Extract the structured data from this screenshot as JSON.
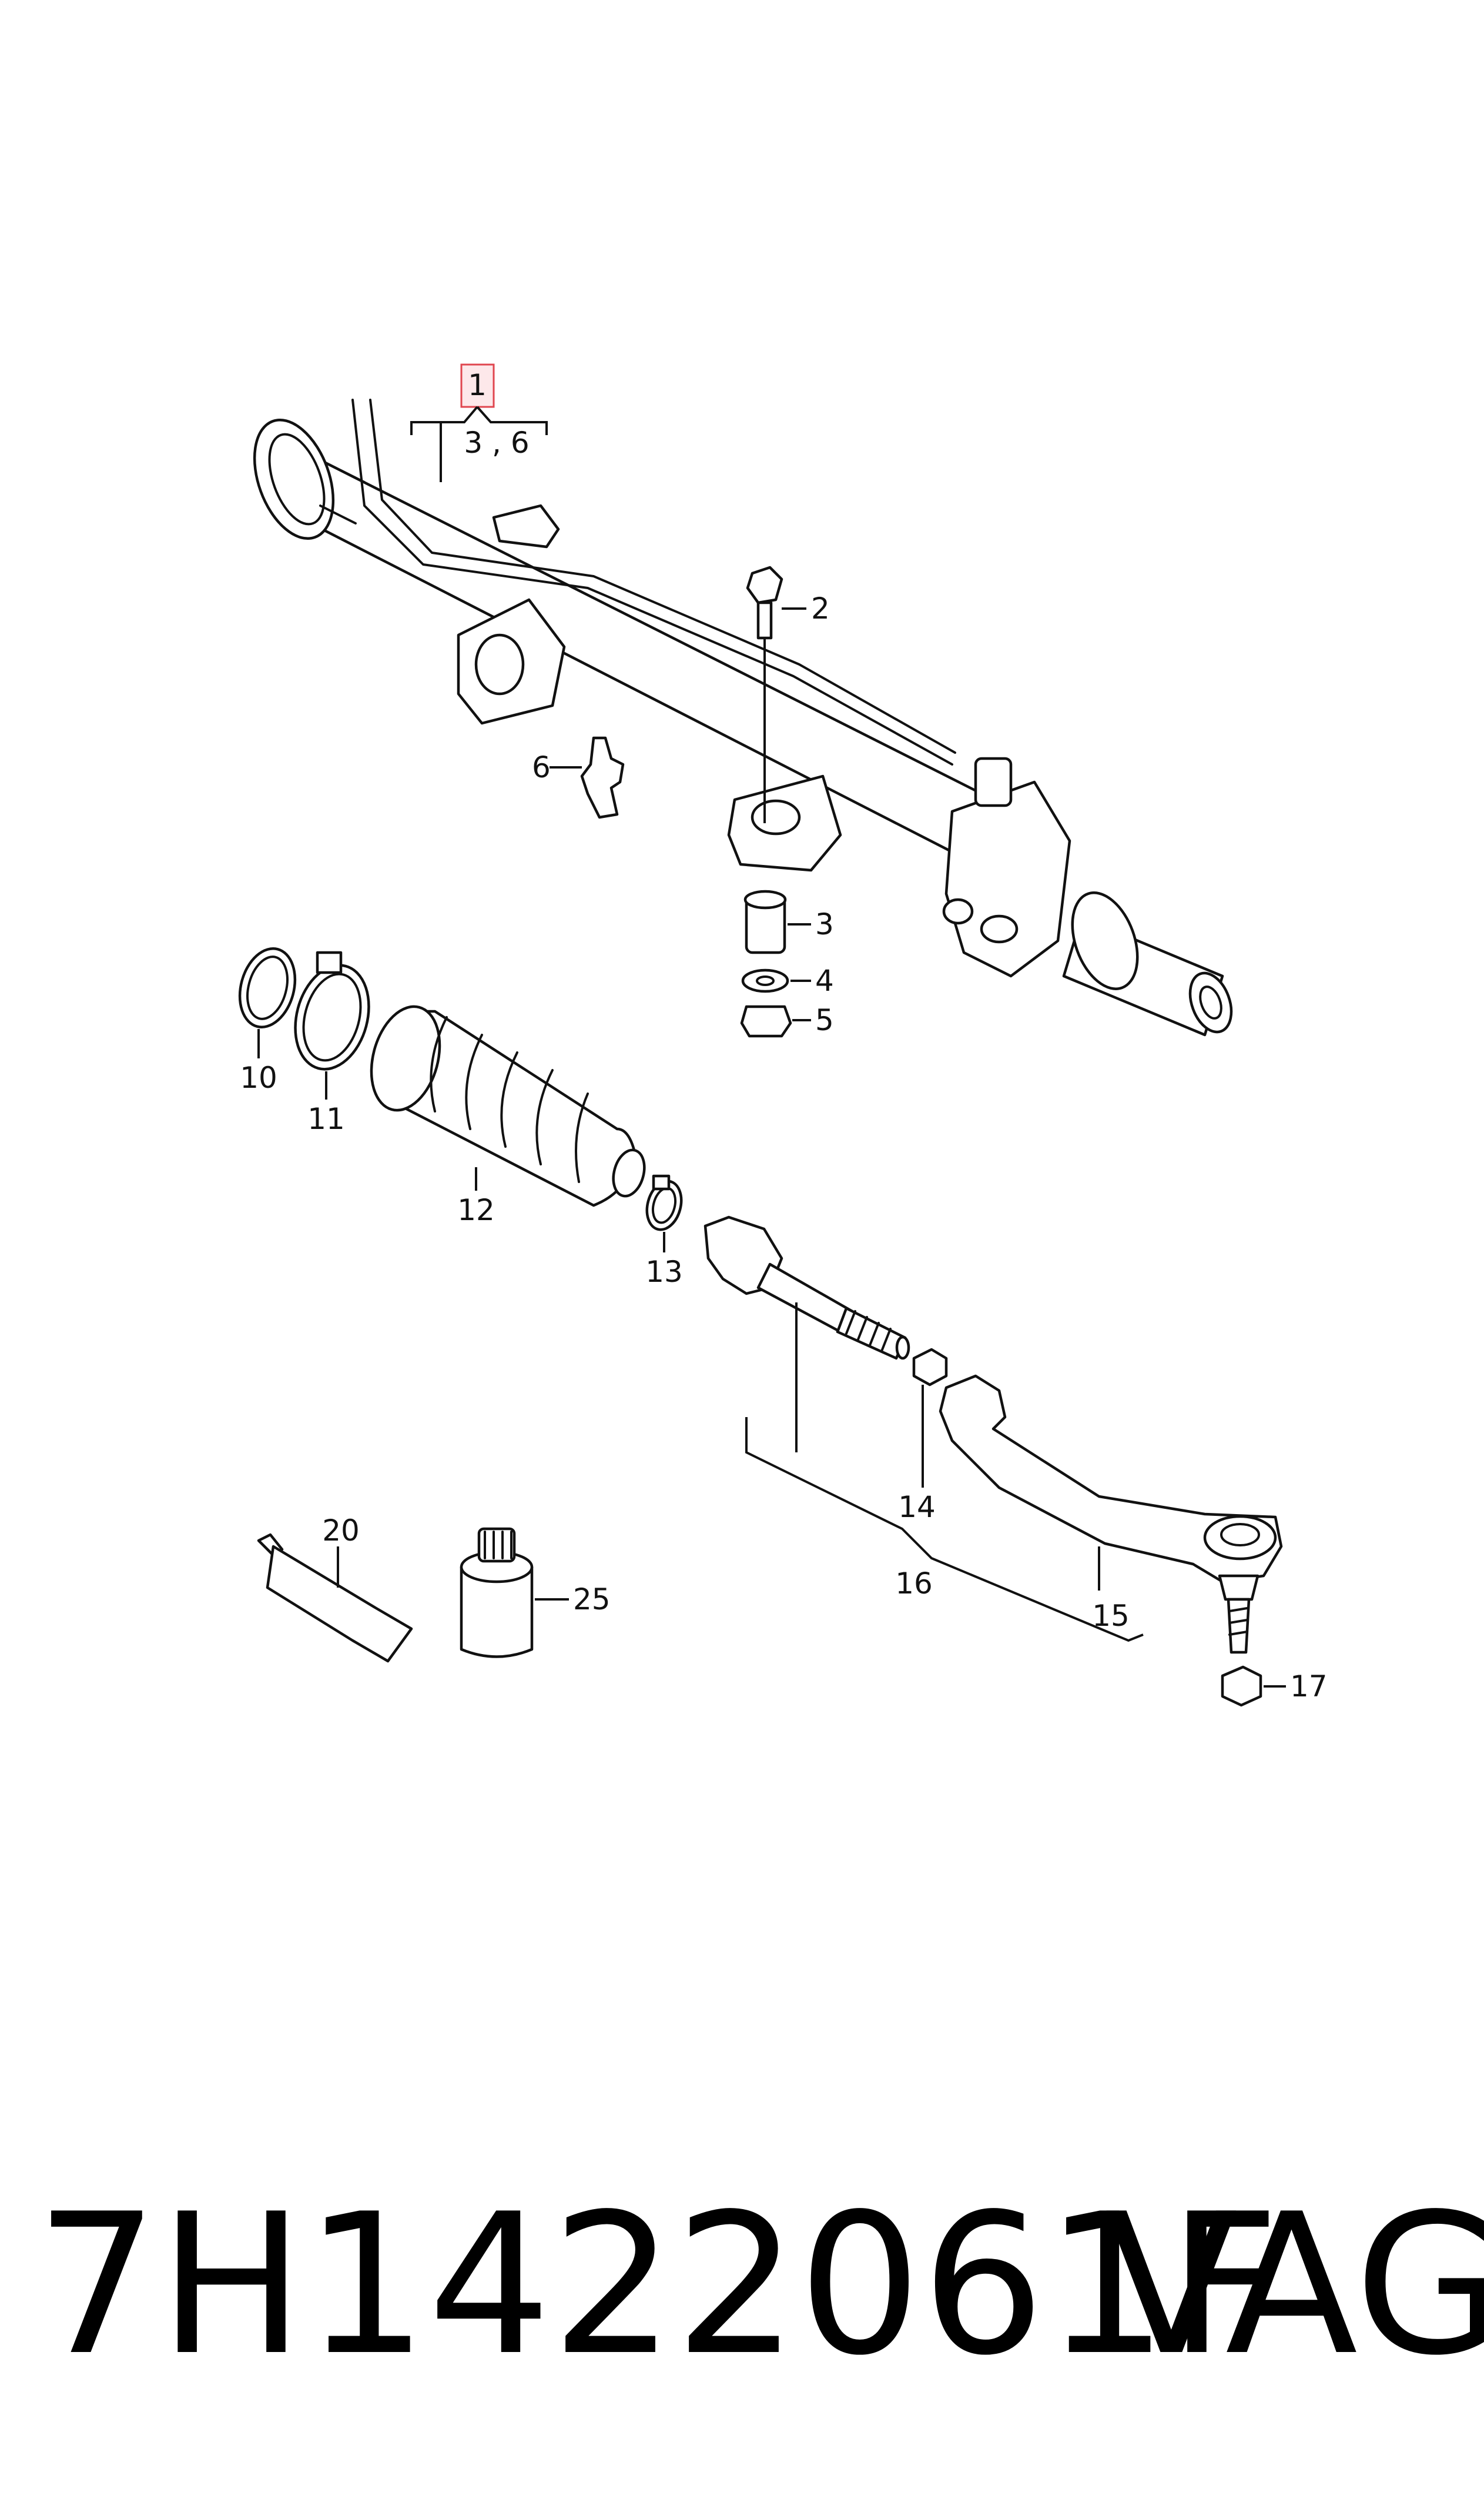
{
  "diagram": {
    "part_number": "7H1422061F",
    "brand": "VAG",
    "callouts": {
      "c1": "1",
      "c1_sub": "3 , 6",
      "c2": "2",
      "c3": "3",
      "c4": "4",
      "c5": "5",
      "c6": "6",
      "c10": "10",
      "c11": "11",
      "c12": "12",
      "c13": "13",
      "c14": "14",
      "c15": "15",
      "c16": "16",
      "c17": "17",
      "c20": "20",
      "c25": "25"
    },
    "highlight_color": "#e0464f"
  }
}
